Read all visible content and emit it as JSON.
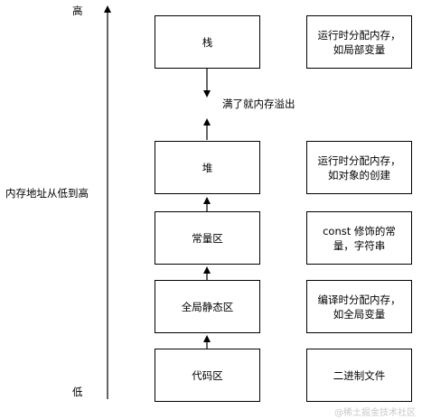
{
  "axis": {
    "high_label": "高",
    "low_label": "低",
    "direction_label": "内存地址从低到高"
  },
  "stack": {
    "label": "栈",
    "description": "运行时分配内存，如局部变量"
  },
  "overflow_label": "满了就内存溢出",
  "heap": {
    "label": "堆",
    "description": "运行时分配内存，如对象的创建"
  },
  "constant": {
    "label": "常量区",
    "description": "const 修饰的常量，字符串"
  },
  "global_static": {
    "label": "全局静态区",
    "description": "编译时分配内存，如全局变量"
  },
  "code": {
    "label": "代码区",
    "description": "二进制文件"
  },
  "watermark": "@稀土掘金技术社区"
}
